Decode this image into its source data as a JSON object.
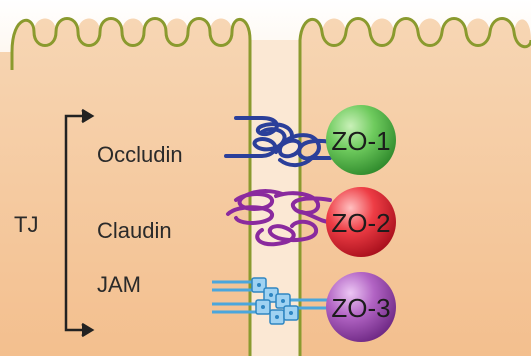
{
  "labels": {
    "bracket": "TJ",
    "proteins": [
      "Occludin",
      "Claudin",
      "JAM"
    ]
  },
  "zo_proteins": [
    {
      "name": "ZO-1",
      "color": "#5fc25c"
    },
    {
      "name": "ZO-2",
      "color": "#e8333f"
    },
    {
      "name": "ZO-3",
      "color": "#a655b8"
    }
  ],
  "colors": {
    "cell_membrane": "#8a9a2e",
    "cell_cytoplasm": "#f7cfa6",
    "occludin": "#2b3f9a",
    "claudin": "#8a2a9e",
    "jam": "#4ba6dc",
    "bracket": "#222222"
  }
}
